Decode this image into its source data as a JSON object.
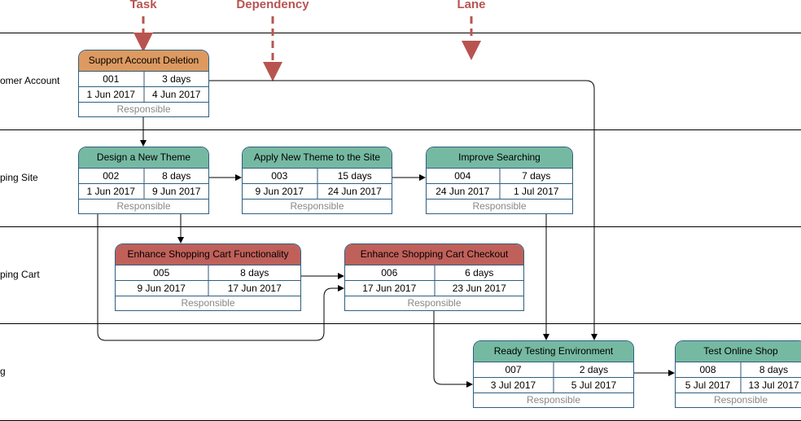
{
  "annotations": [
    {
      "label": "Task"
    },
    {
      "label": "Dependency"
    },
    {
      "label": "Lane"
    }
  ],
  "lanes": [
    {
      "label": "omer Account"
    },
    {
      "label": "ping Site"
    },
    {
      "label": "ping Cart"
    },
    {
      "label": "g"
    }
  ],
  "colors": {
    "orange": "#dd9a60",
    "green": "#76b9a2",
    "red": "#c0605a",
    "annotation": "#b85450",
    "border": "#2f5f7f"
  },
  "tasks": [
    {
      "title": "Support Account Deletion",
      "id": "001",
      "duration": "3 days",
      "start": "1 Jun 2017",
      "end": "4 Jun 2017",
      "responsible": "Responsible"
    },
    {
      "title": "Design a New Theme",
      "id": "002",
      "duration": "8 days",
      "start": "1 Jun 2017",
      "end": "9 Jun 2017",
      "responsible": "Responsible"
    },
    {
      "title": "Apply New Theme to the Site",
      "id": "003",
      "duration": "15 days",
      "start": "9 Jun 2017",
      "end": "24 Jun 2017",
      "responsible": "Responsible"
    },
    {
      "title": "Improve Searching",
      "id": "004",
      "duration": "7 days",
      "start": "24 Jun 2017",
      "end": "1 Jul 2017",
      "responsible": "Responsible"
    },
    {
      "title": "Enhance Shopping Cart Functionality",
      "id": "005",
      "duration": "8 days",
      "start": "9 Jun 2017",
      "end": "17 Jun 2017",
      "responsible": "Responsible"
    },
    {
      "title": "Enhance Shopping Cart Checkout",
      "id": "006",
      "duration": "6 days",
      "start": "17 Jun 2017",
      "end": "23 Jun 2017",
      "responsible": "Responsible"
    },
    {
      "title": "Ready Testing Environment",
      "id": "007",
      "duration": "2 days",
      "start": "3 Jul 2017",
      "end": "5 Jul 2017",
      "responsible": "Responsible"
    },
    {
      "title": "Test Online Shop",
      "id": "008",
      "duration": "8 days",
      "start": "5 Jul 2017",
      "end": "13 Jul 2017",
      "responsible": "Responsible"
    }
  ]
}
